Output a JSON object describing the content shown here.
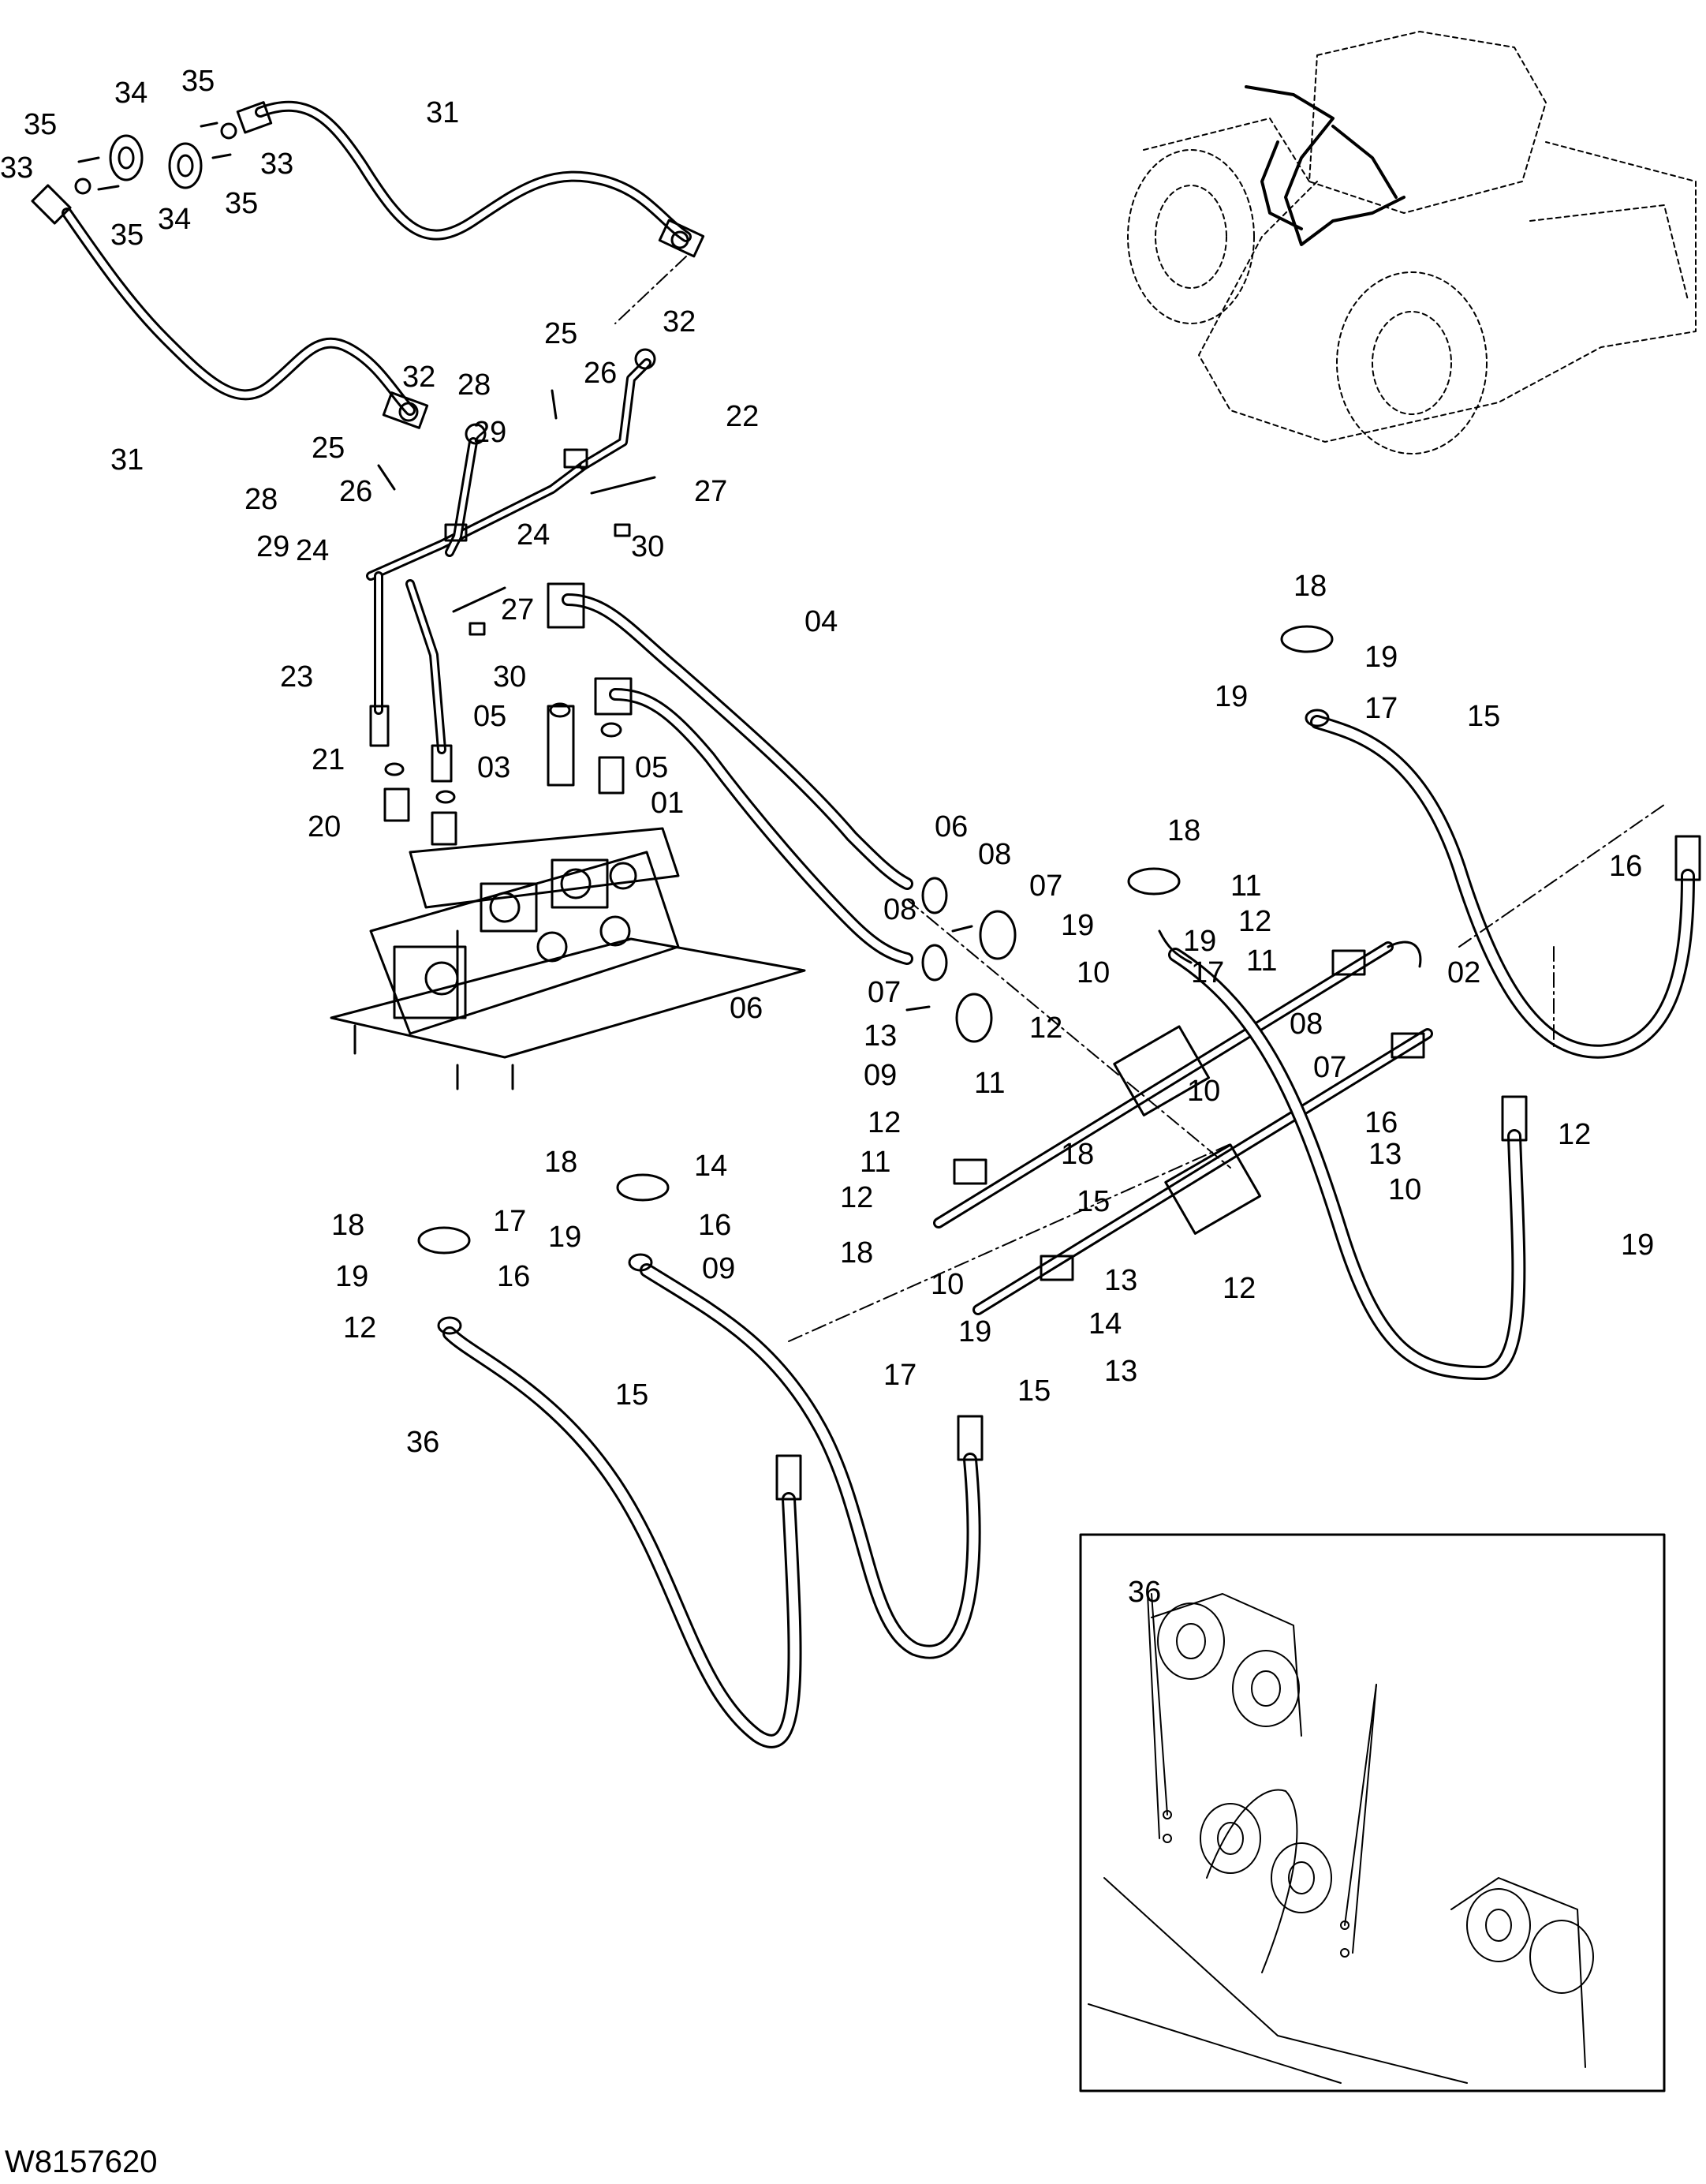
{
  "drawing_id": "W8157620",
  "callouts": [
    {
      "id": "c35a",
      "text": "35"
    },
    {
      "id": "c34a",
      "text": "34"
    },
    {
      "id": "c35b",
      "text": "35"
    },
    {
      "id": "c31a",
      "text": "31"
    },
    {
      "id": "c33a",
      "text": "33"
    },
    {
      "id": "c33b",
      "text": "33"
    },
    {
      "id": "c34b",
      "text": "34"
    },
    {
      "id": "c35c",
      "text": "35"
    },
    {
      "id": "c35d",
      "text": "35"
    },
    {
      "id": "c32a",
      "text": "32"
    },
    {
      "id": "c25a",
      "text": "25"
    },
    {
      "id": "c32b",
      "text": "32"
    },
    {
      "id": "c28a",
      "text": "28"
    },
    {
      "id": "c26a",
      "text": "26"
    },
    {
      "id": "c22",
      "text": "22"
    },
    {
      "id": "c29a",
      "text": "29"
    },
    {
      "id": "c31b",
      "text": "31"
    },
    {
      "id": "c25b",
      "text": "25"
    },
    {
      "id": "c27a",
      "text": "27"
    },
    {
      "id": "c28b",
      "text": "28"
    },
    {
      "id": "c26b",
      "text": "26"
    },
    {
      "id": "c24a",
      "text": "24"
    },
    {
      "id": "c30a",
      "text": "30"
    },
    {
      "id": "c29b",
      "text": "29"
    },
    {
      "id": "c24b",
      "text": "24"
    },
    {
      "id": "c27b",
      "text": "27"
    },
    {
      "id": "c04",
      "text": "04"
    },
    {
      "id": "c23",
      "text": "23"
    },
    {
      "id": "c30b",
      "text": "30"
    },
    {
      "id": "c05a",
      "text": "05"
    },
    {
      "id": "c03",
      "text": "03"
    },
    {
      "id": "c05b",
      "text": "05"
    },
    {
      "id": "c21",
      "text": "21"
    },
    {
      "id": "c01",
      "text": "01"
    },
    {
      "id": "c20",
      "text": "20"
    },
    {
      "id": "c18a",
      "text": "18"
    },
    {
      "id": "c19a",
      "text": "19"
    },
    {
      "id": "c19b",
      "text": "19"
    },
    {
      "id": "c17a",
      "text": "17"
    },
    {
      "id": "c15a",
      "text": "15"
    },
    {
      "id": "c16a",
      "text": "16"
    },
    {
      "id": "c06a",
      "text": "06"
    },
    {
      "id": "c08a",
      "text": "08"
    },
    {
      "id": "c18b",
      "text": "18"
    },
    {
      "id": "c07a",
      "text": "07"
    },
    {
      "id": "c11a",
      "text": "11"
    },
    {
      "id": "c08b",
      "text": "08"
    },
    {
      "id": "c19c",
      "text": "19"
    },
    {
      "id": "c12a",
      "text": "12"
    },
    {
      "id": "c19d",
      "text": "19"
    },
    {
      "id": "c17b",
      "text": "17"
    },
    {
      "id": "c10a",
      "text": "10"
    },
    {
      "id": "c11b",
      "text": "11"
    },
    {
      "id": "c02",
      "text": "02"
    },
    {
      "id": "c06b",
      "text": "06"
    },
    {
      "id": "c07b",
      "text": "07"
    },
    {
      "id": "c12b",
      "text": "12"
    },
    {
      "id": "c08c",
      "text": "08"
    },
    {
      "id": "c13a",
      "text": "13"
    },
    {
      "id": "c07c",
      "text": "07"
    },
    {
      "id": "c11c",
      "text": "11"
    },
    {
      "id": "c09a",
      "text": "09"
    },
    {
      "id": "c10b",
      "text": "10"
    },
    {
      "id": "c16b",
      "text": "16"
    },
    {
      "id": "c12c",
      "text": "12"
    },
    {
      "id": "c12d",
      "text": "12"
    },
    {
      "id": "c13b",
      "text": "13"
    },
    {
      "id": "c10c",
      "text": "10"
    },
    {
      "id": "c11d",
      "text": "11"
    },
    {
      "id": "c18c",
      "text": "18"
    },
    {
      "id": "c18d",
      "text": "18"
    },
    {
      "id": "c14a",
      "text": "14"
    },
    {
      "id": "c12e",
      "text": "12"
    },
    {
      "id": "c15b",
      "text": "15"
    },
    {
      "id": "c19e",
      "text": "19"
    },
    {
      "id": "c19f",
      "text": "19"
    },
    {
      "id": "c16c",
      "text": "16"
    },
    {
      "id": "c18e",
      "text": "18"
    },
    {
      "id": "c18f",
      "text": "18"
    },
    {
      "id": "c17c",
      "text": "17"
    },
    {
      "id": "c09b",
      "text": "09"
    },
    {
      "id": "c12f",
      "text": "12"
    },
    {
      "id": "c10d",
      "text": "10"
    },
    {
      "id": "c13c",
      "text": "13"
    },
    {
      "id": "c19g",
      "text": "19"
    },
    {
      "id": "c19h",
      "text": "19"
    },
    {
      "id": "c16d",
      "text": "16"
    },
    {
      "id": "c17d",
      "text": "17"
    },
    {
      "id": "c12g",
      "text": "12"
    },
    {
      "id": "c14b",
      "text": "14"
    },
    {
      "id": "c15c",
      "text": "15"
    },
    {
      "id": "c13d",
      "text": "13"
    },
    {
      "id": "c15d",
      "text": "15"
    },
    {
      "id": "c36a",
      "text": "36"
    },
    {
      "id": "c36b",
      "text": "36"
    }
  ],
  "colors": {
    "line": "#000000",
    "background": "#ffffff"
  }
}
